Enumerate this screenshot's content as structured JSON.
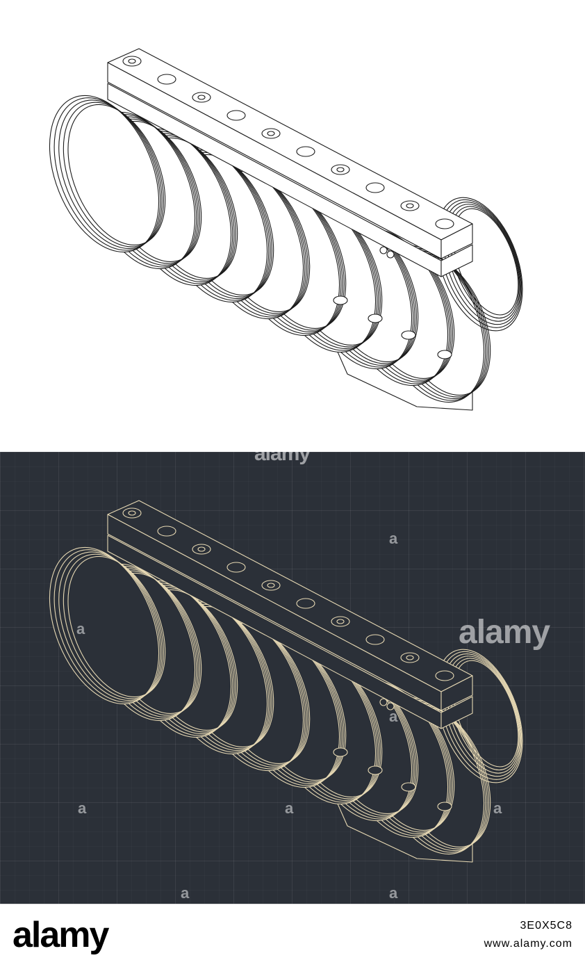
{
  "drawings": {
    "light": {
      "stroke": "#1a1a1a",
      "background": "#ffffff"
    },
    "dark": {
      "stroke": "#e7d9b4",
      "background": "#2b3038"
    }
  },
  "watermark": {
    "text": "alamy",
    "glyph": "a"
  },
  "footer": {
    "logo": "alamy",
    "image_id": "3E0X5C8",
    "url": "www.alamy.com"
  }
}
